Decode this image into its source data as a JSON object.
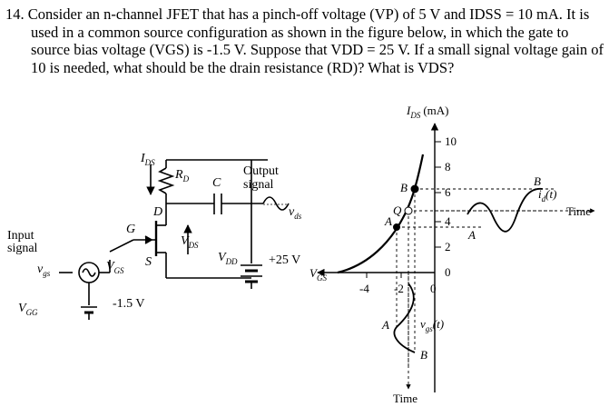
{
  "question": {
    "number": "14.",
    "lines": [
      "Consider an n-channel JFET that has a pinch-off voltage (VP) of 5 V and IDSS = 10 mA. It is",
      "used in a common source configuration as shown in the figure below, in which the gate to",
      "source bias voltage (VGS) is -1.5 V. Suppose that VDD = 25 V. If a small signal voltage gain of",
      "10 is needed, what should be the drain resistance (RD)? What is VDS?"
    ]
  },
  "circuit": {
    "input_label": "Input",
    "signal_label": "signal",
    "vgs_small": "v",
    "vgs_small_sub": "gs",
    "vgs_label": "V",
    "vgs_sub": "GS",
    "vgg_label": "V",
    "vgg_sub": "GG",
    "bias_value": "-1.5 V",
    "ids_label": "I",
    "ids_sub": "DS",
    "rd_label": "R",
    "rd_sub": "D",
    "c_label": "C",
    "output_label": "Output",
    "output_signal_label": "signal",
    "vds_small": "v",
    "vds_small_sub": "ds",
    "g_label": "G",
    "d_label": "D",
    "s_label": "S",
    "vds_label": "V",
    "vds_sub": "DS",
    "vdd_label": "V",
    "vdd_sub": "DD",
    "vdd_value": "+25 V"
  },
  "graph": {
    "y_axis_label": "I",
    "y_axis_sub": "DS",
    "y_axis_unit": "(mA)",
    "y_ticks": [
      "10",
      "8",
      "6",
      "4",
      "2",
      "0"
    ],
    "x_axis_label": "V",
    "x_axis_sub": "GS",
    "x_ticks": [
      "-4",
      "-2",
      "0"
    ],
    "point_a": "A",
    "point_b": "B",
    "point_q": "Q",
    "time_label_right": "Time",
    "time_label_bottom": "Time",
    "id_t_label": "i",
    "id_t_sub": "d",
    "id_t_suffix": "(t)",
    "vgs_t_label": "v",
    "vgs_t_sub": "gs",
    "vgs_t_suffix": "(t)",
    "wave_a": "A",
    "wave_b": "B",
    "lower_a": "A",
    "lower_b": "B"
  }
}
